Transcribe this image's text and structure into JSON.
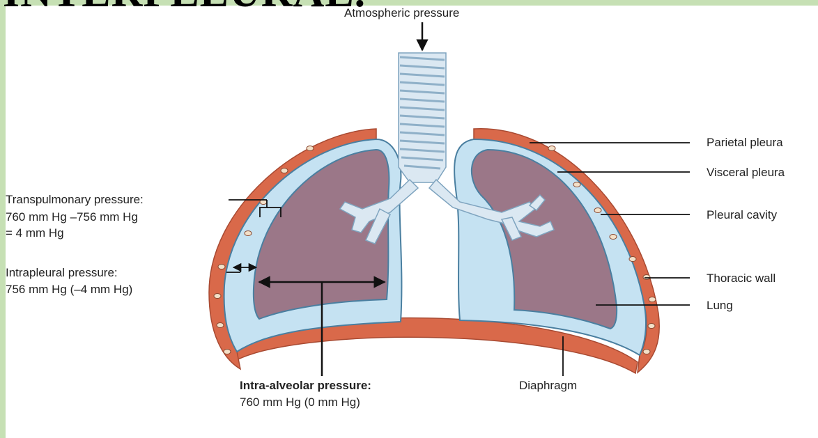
{
  "slide": {
    "title": "INTERPLEURAL.",
    "background_color": "#c6e0b4"
  },
  "diagram": {
    "top_label": "Atmospheric pressure",
    "left_labels": {
      "transpulmonary": [
        "Transpulmonary pressure:",
        "760 mm Hg –756 mm Hg",
        "= 4 mm Hg"
      ],
      "intrapleural": [
        "Intrapleural pressure:",
        "756 mm Hg (–4 mm Hg)"
      ]
    },
    "bottom_labels": {
      "intra_alveolar_title": "Intra-alveolar pressure:",
      "intra_alveolar_value": "760 mm Hg (0 mm Hg)",
      "diaphragm": "Diaphragm"
    },
    "right_labels": [
      "Parietal pleura",
      "Visceral pleura",
      "Pleural cavity",
      "Thoracic wall",
      "Lung"
    ],
    "colors": {
      "thoracic_wall": "#d9694a",
      "pleural_cavity": "#c5e2f2",
      "lung": "#9b7788",
      "trachea": "#dbe8f2",
      "outline": "#4a7fa0"
    }
  }
}
